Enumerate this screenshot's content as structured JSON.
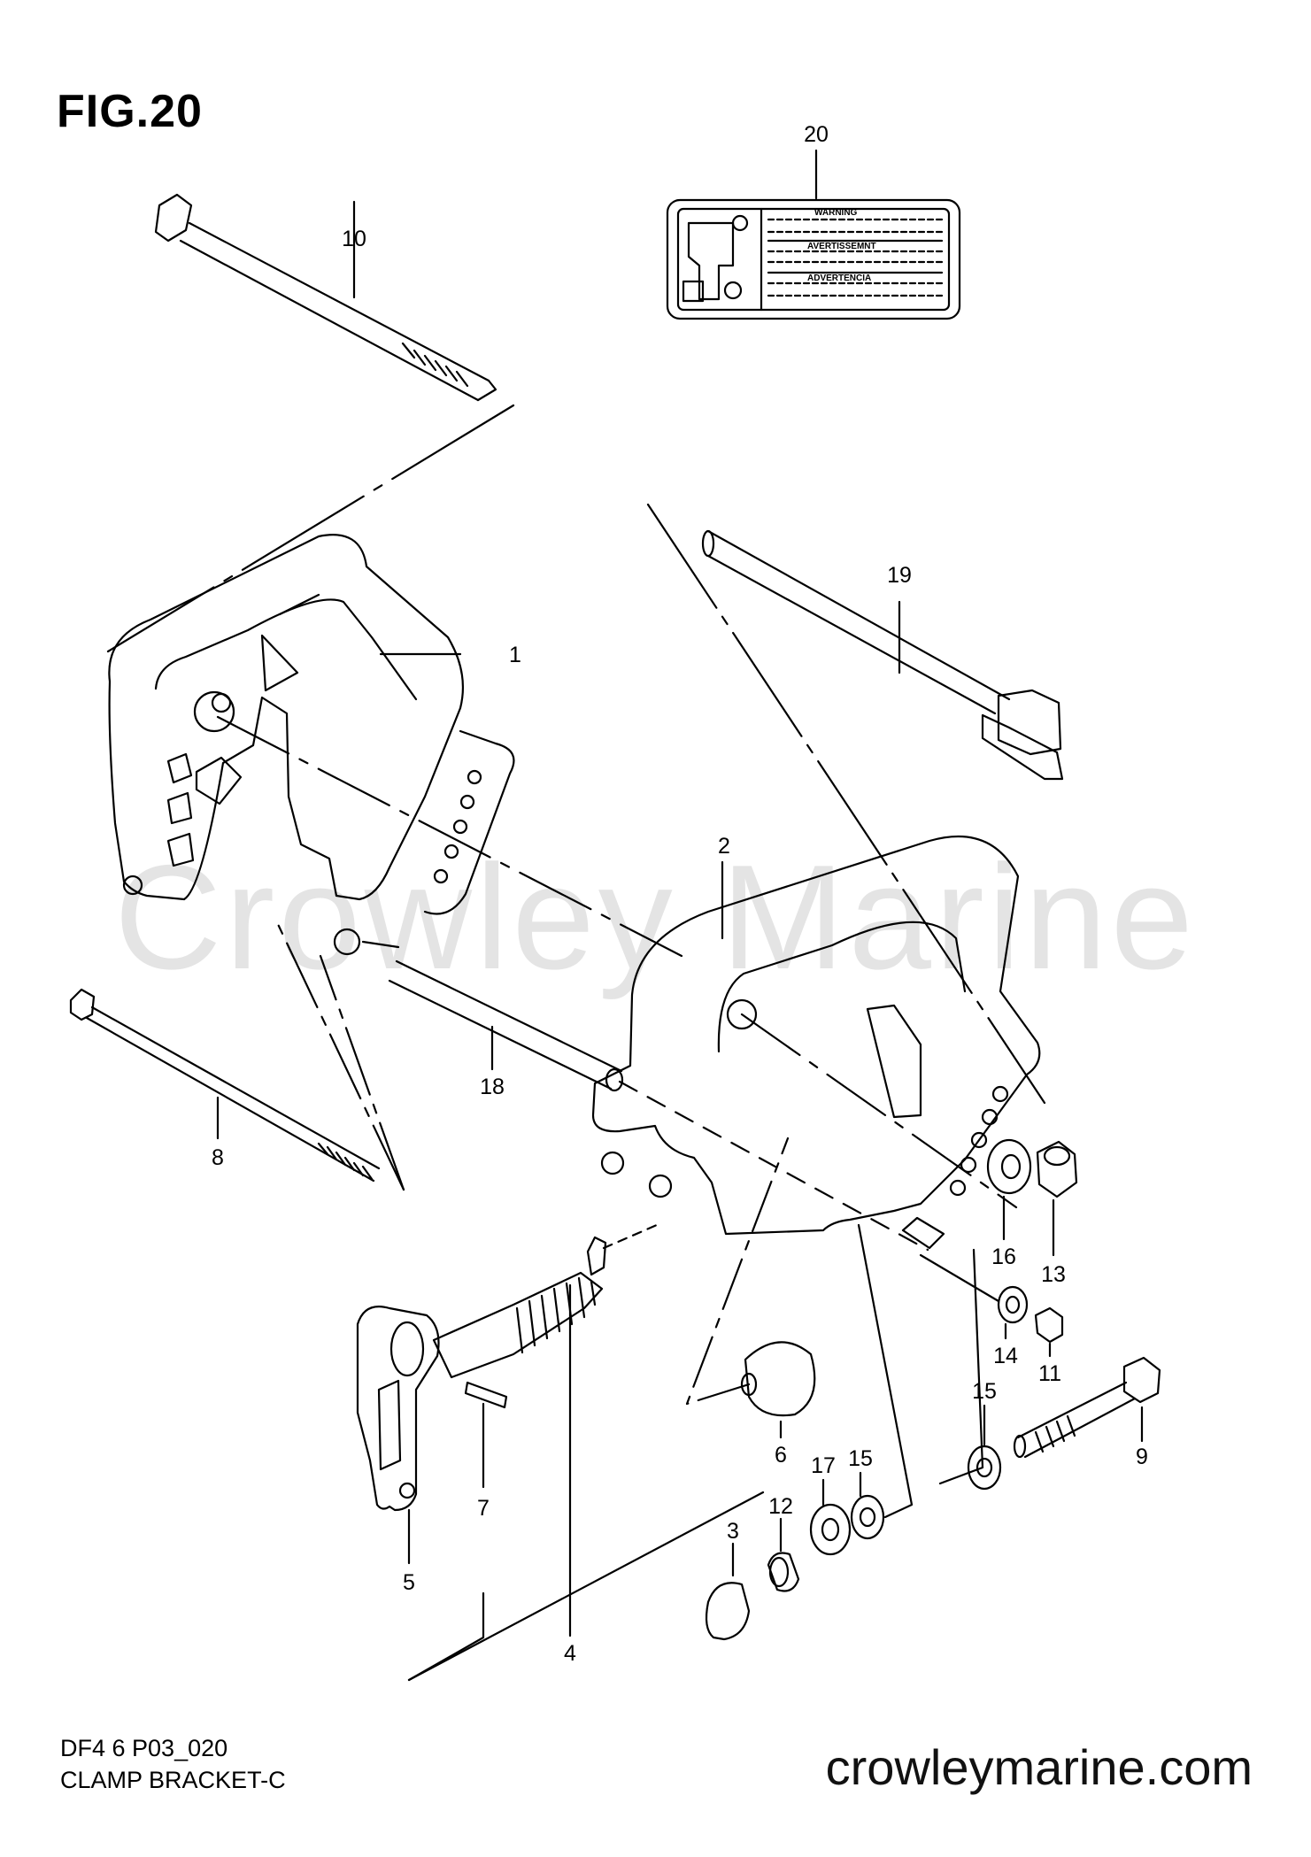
{
  "figure": {
    "title": "FIG.20"
  },
  "watermark": "Crowley Marine",
  "footer": {
    "code": "DF4 6 P03_020",
    "section": "CLAMP BRACKET-C",
    "website": "crowleymarine.com"
  },
  "label_decal": {
    "lines": [
      "WARNING",
      "AVERTISSEMNT",
      "ADVERTENCIA"
    ]
  },
  "callouts": [
    "20",
    "10",
    "19",
    "1",
    "2",
    "18",
    "8",
    "16",
    "13",
    "14",
    "11",
    "15",
    "9",
    "6",
    "7",
    "17",
    "15",
    "12",
    "3",
    "5",
    "4"
  ]
}
